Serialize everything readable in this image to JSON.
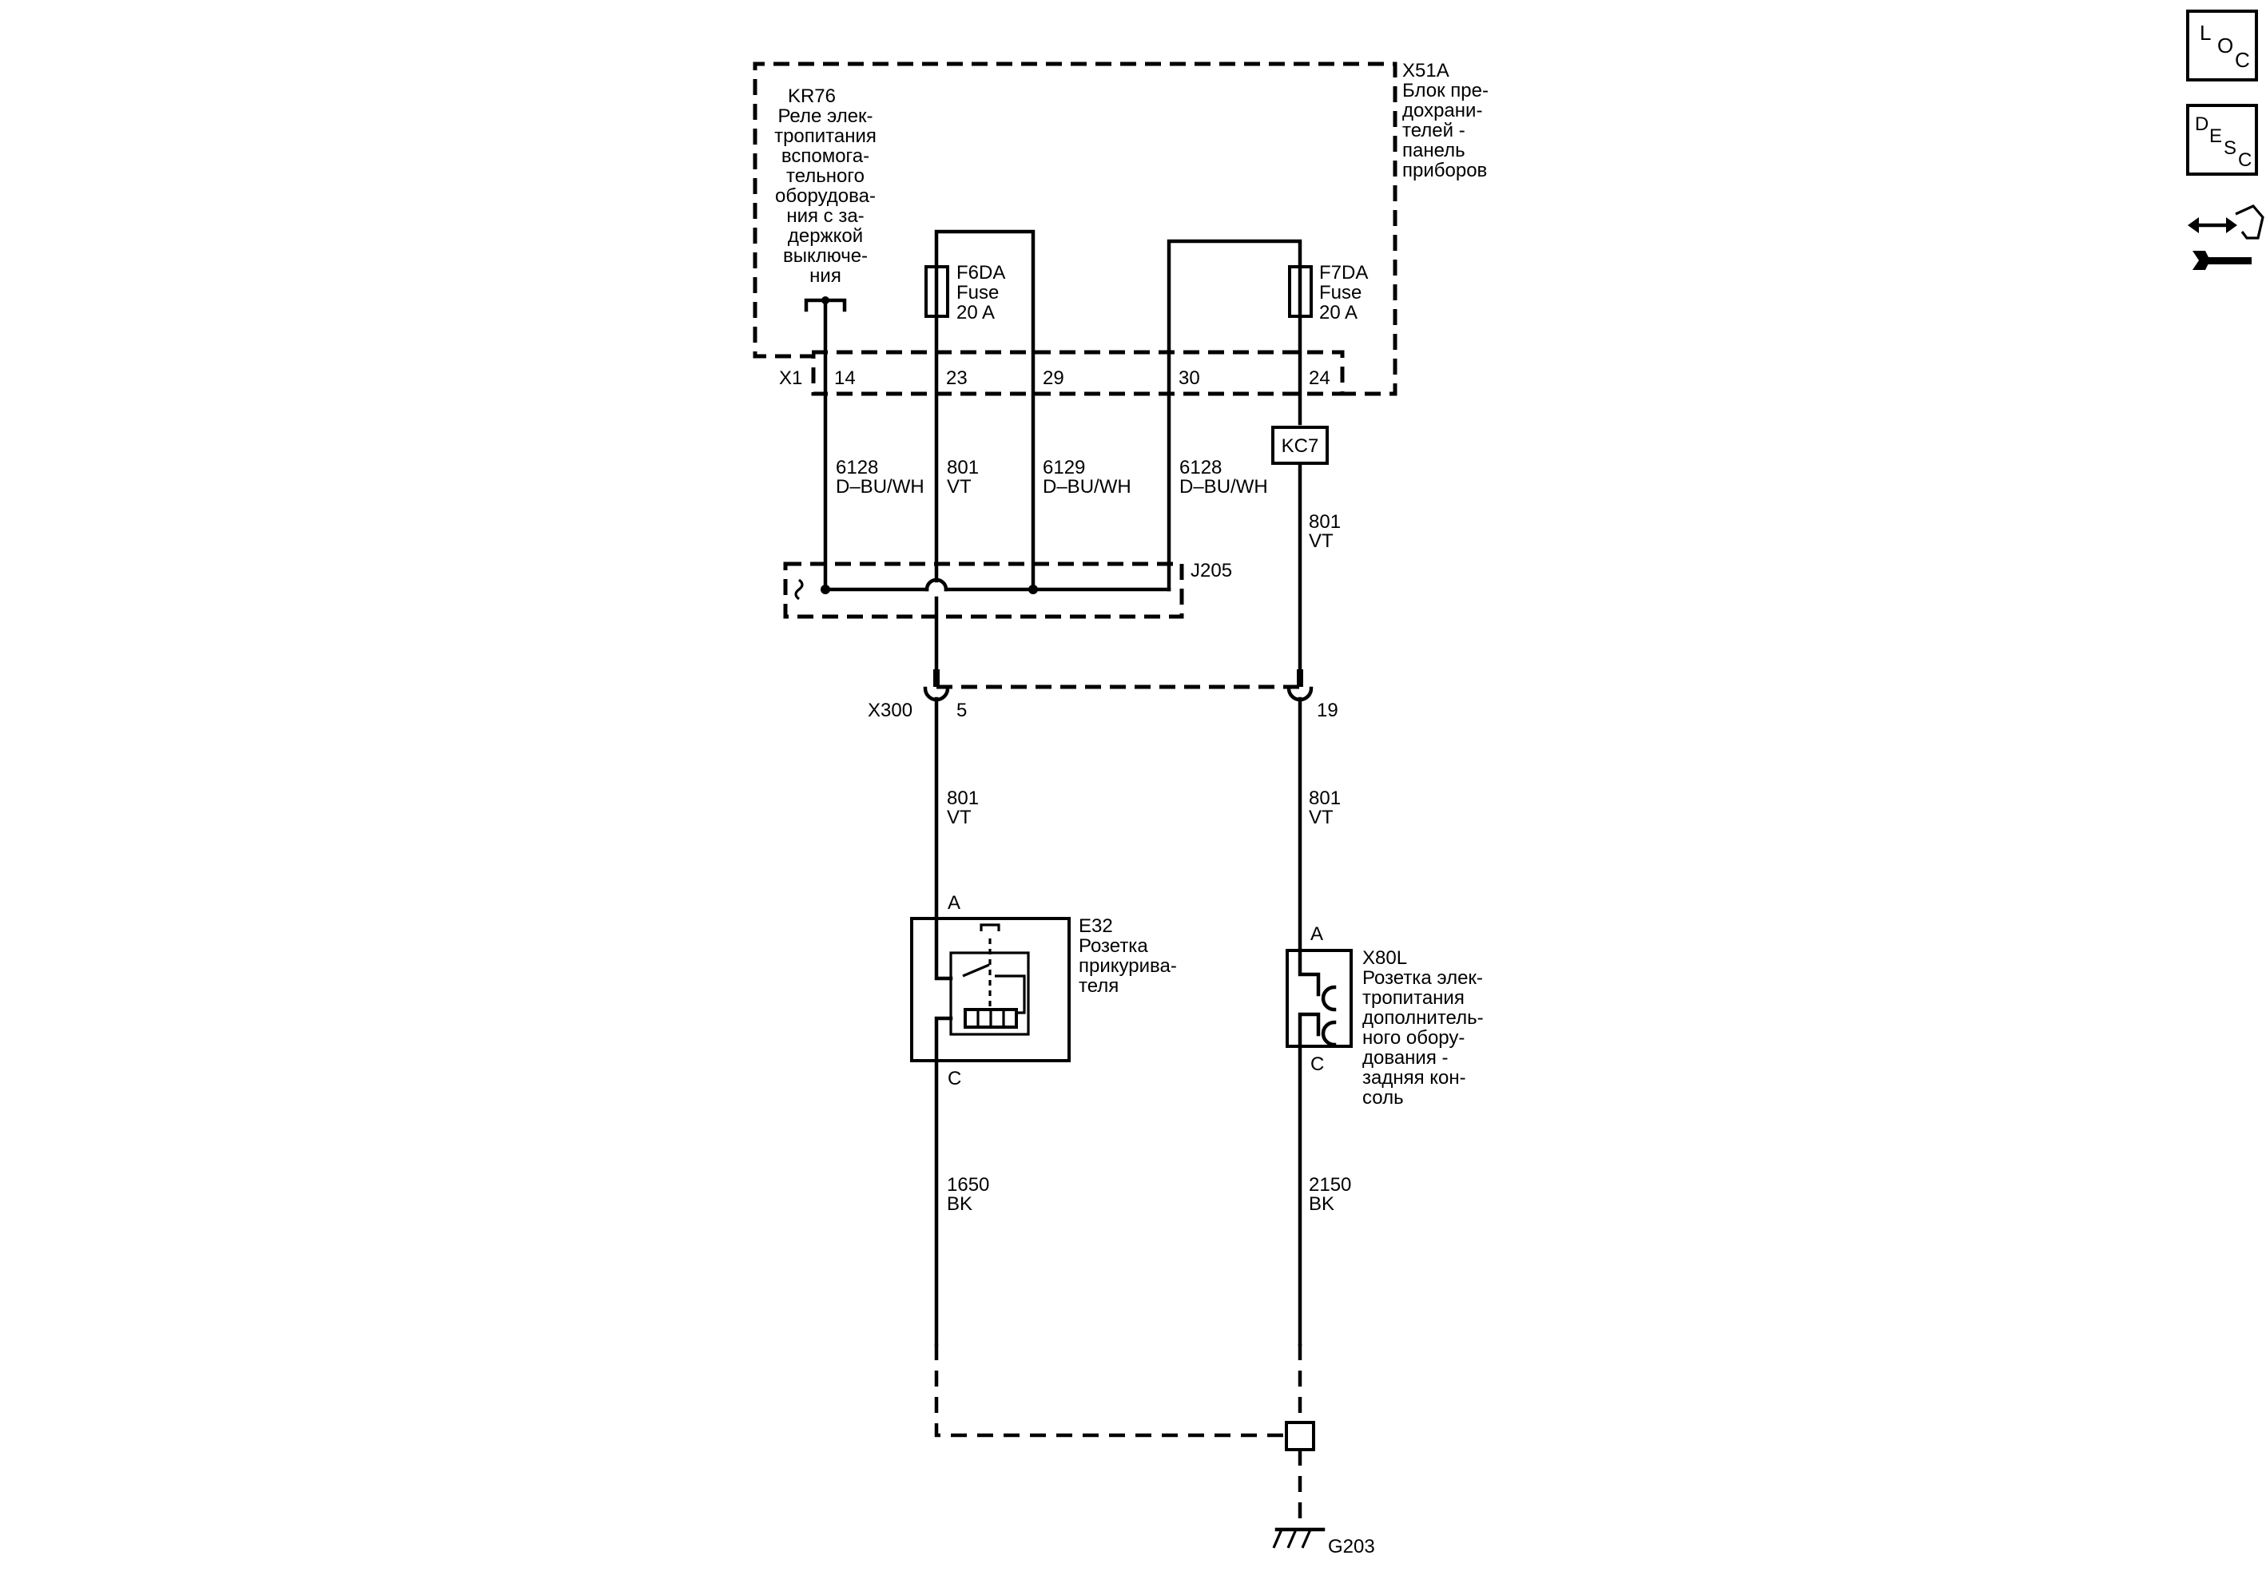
{
  "components": {
    "relay": {
      "id": "KR76",
      "lines": [
        "Реле элек-",
        "тропитания",
        "вспомога-",
        "тельного",
        "оборудова-",
        "ния с за-",
        "держкой",
        "выключе-",
        "ния"
      ]
    },
    "fuse_block": {
      "id": "X51A",
      "lines": [
        "Блок пре-",
        "дохрани-",
        "телей -",
        "панель",
        "приборов"
      ]
    },
    "fuse_f6da": {
      "id": "F6DA",
      "type": "Fuse",
      "rating": "20 A"
    },
    "fuse_f7da": {
      "id": "F7DA",
      "type": "Fuse",
      "rating": "20 A"
    },
    "splice_pack": {
      "id": "J205"
    },
    "inline_splice": {
      "id": "KC7"
    },
    "cigar_lighter": {
      "id": "E32",
      "lines": [
        "Розетка",
        "прикурива-",
        "теля"
      ]
    },
    "power_outlet": {
      "id": "X80L",
      "lines": [
        "Розетка элек-",
        "тропитания",
        "дополнитель-",
        "ного обору-",
        "дования -",
        "задняя кон-",
        "соль"
      ]
    },
    "ground": {
      "id": "G203"
    }
  },
  "connectors": {
    "x1": {
      "id": "X1",
      "pins": [
        "14",
        "23",
        "29",
        "30",
        "24"
      ]
    },
    "x300": {
      "id": "X300",
      "pins": [
        "5",
        "19"
      ]
    },
    "e32_pins": [
      "A",
      "C"
    ],
    "x80l_pins": [
      "A",
      "C"
    ]
  },
  "wires": {
    "w6128_a": {
      "circuit": "6128",
      "color": "D–BU/WH"
    },
    "w801_a": {
      "circuit": "801",
      "color": "VT"
    },
    "w6129": {
      "circuit": "6129",
      "color": "D–BU/WH"
    },
    "w6128_b": {
      "circuit": "6128",
      "color": "D–BU/WH"
    },
    "w801_kc7": {
      "circuit": "801",
      "color": "VT"
    },
    "w801_left": {
      "circuit": "801",
      "color": "VT"
    },
    "w801_right": {
      "circuit": "801",
      "color": "VT"
    },
    "w1650": {
      "circuit": "1650",
      "color": "BK"
    },
    "w2150": {
      "circuit": "2150",
      "color": "BK"
    }
  },
  "nav_icons": {
    "loc": {
      "letters": [
        "L",
        "O",
        "C"
      ],
      "icon": "location-icon"
    },
    "desc": {
      "letters": [
        "D",
        "E",
        "S",
        "C"
      ],
      "icon": "description-icon"
    },
    "tools": {
      "icon": "connector-repair-icon"
    }
  }
}
